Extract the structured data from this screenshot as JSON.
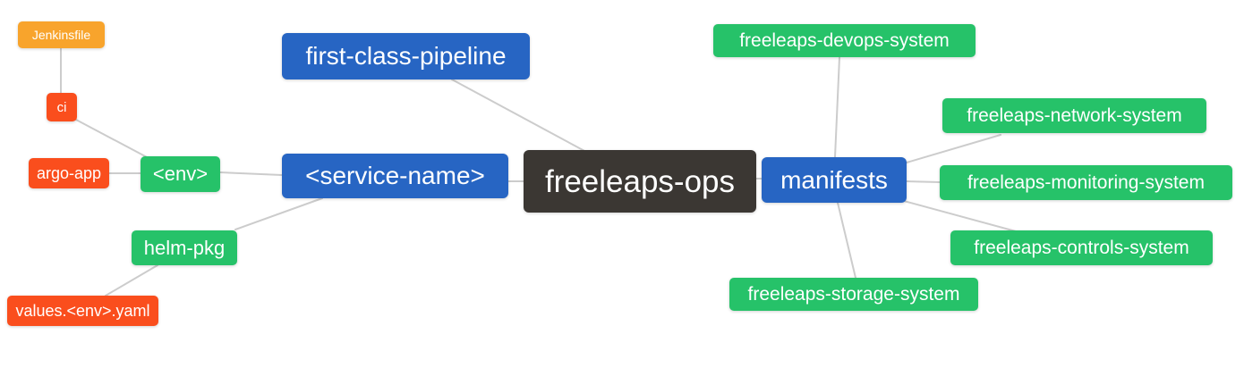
{
  "diagram": {
    "type": "mindmap",
    "root": "freeleaps-ops"
  },
  "palette": {
    "blue": "#2765c3",
    "green": "#26c269",
    "red": "#fa4e1d",
    "orange": "#f8a42c",
    "dark": "#3b3733",
    "connector": "#cccccc",
    "text": "#ffffff"
  },
  "nodes": {
    "freeleaps_ops": {
      "label": "freeleaps-ops",
      "color": "dark"
    },
    "first_class_pipeline": {
      "label": "first-class-pipeline",
      "color": "blue"
    },
    "service_name": {
      "label": "<service-name>",
      "color": "blue"
    },
    "manifests": {
      "label": "manifests",
      "color": "blue"
    },
    "env": {
      "label": "<env>",
      "color": "green"
    },
    "helm_pkg": {
      "label": "helm-pkg",
      "color": "green"
    },
    "ci": {
      "label": "ci",
      "color": "red"
    },
    "argo_app": {
      "label": "argo-app",
      "color": "red"
    },
    "jenkinsfile": {
      "label": "Jenkinsfile",
      "color": "orange"
    },
    "values_env_yaml": {
      "label": "values.<env>.yaml",
      "color": "red"
    },
    "devops_system": {
      "label": "freeleaps-devops-system",
      "color": "green"
    },
    "network_system": {
      "label": "freeleaps-network-system",
      "color": "green"
    },
    "monitoring_system": {
      "label": "freeleaps-monitoring-system",
      "color": "green"
    },
    "controls_system": {
      "label": "freeleaps-controls-system",
      "color": "green"
    },
    "storage_system": {
      "label": "freeleaps-storage-system",
      "color": "green"
    }
  },
  "edges": [
    [
      "freeleaps-ops",
      "first-class-pipeline"
    ],
    [
      "freeleaps-ops",
      "<service-name>"
    ],
    [
      "freeleaps-ops",
      "manifests"
    ],
    [
      "<service-name>",
      "<env>"
    ],
    [
      "<service-name>",
      "helm-pkg"
    ],
    [
      "<env>",
      "ci"
    ],
    [
      "<env>",
      "argo-app"
    ],
    [
      "ci",
      "Jenkinsfile"
    ],
    [
      "helm-pkg",
      "values.<env>.yaml"
    ],
    [
      "manifests",
      "freeleaps-devops-system"
    ],
    [
      "manifests",
      "freeleaps-network-system"
    ],
    [
      "manifests",
      "freeleaps-monitoring-system"
    ],
    [
      "manifests",
      "freeleaps-controls-system"
    ],
    [
      "manifests",
      "freeleaps-storage-system"
    ]
  ]
}
